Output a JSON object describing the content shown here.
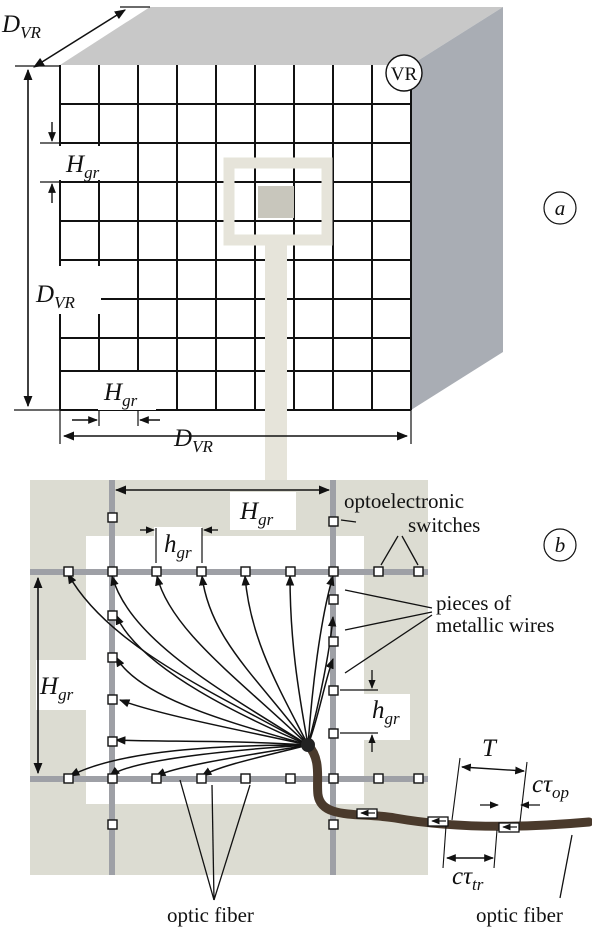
{
  "panel_a": {
    "vr_label": "VR",
    "panel_label": "a",
    "dim_D": "D",
    "dim_D_sub": "VR",
    "dim_H": "H",
    "dim_H_sub": "gr"
  },
  "panel_b": {
    "panel_label": "b",
    "dim_H": "H",
    "dim_H_sub": "gr",
    "dim_h": "h",
    "dim_h_sub": "gr",
    "label_switches_1": "optoelectronic",
    "label_switches_2": "switches",
    "label_wires_1": "pieces of",
    "label_wires_2": "metallic wires",
    "label_optic_fiber_left": "optic fiber",
    "label_optic_fiber_right": "optic fiber",
    "label_T": "T",
    "label_ctau": "cτ",
    "label_op_sub": "op",
    "label_tr_sub": "tr"
  },
  "colors": {
    "cube_top": "#c8c8c8",
    "cube_side": "#a9adb4",
    "grid_line": "#111111",
    "panel_bg": "#dcdcd2",
    "highlight": "#e6e4da",
    "rail": "#9ea0a6",
    "fiber": "#4a3a2c"
  }
}
